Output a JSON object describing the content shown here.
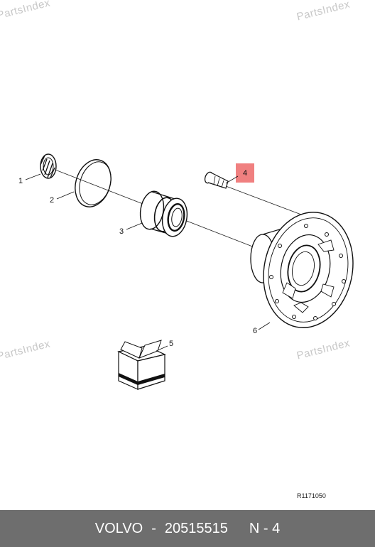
{
  "watermark": "PartsIndex",
  "callouts": {
    "c1": "1",
    "c2": "2",
    "c3": "3",
    "c4": "4",
    "c5": "5",
    "c6": "6"
  },
  "highlight_color": "#f08080",
  "reference": "R1171050",
  "footer": {
    "brand": "VOLVO",
    "separator": "-",
    "part_number": "20515515",
    "position": "N - 4"
  }
}
